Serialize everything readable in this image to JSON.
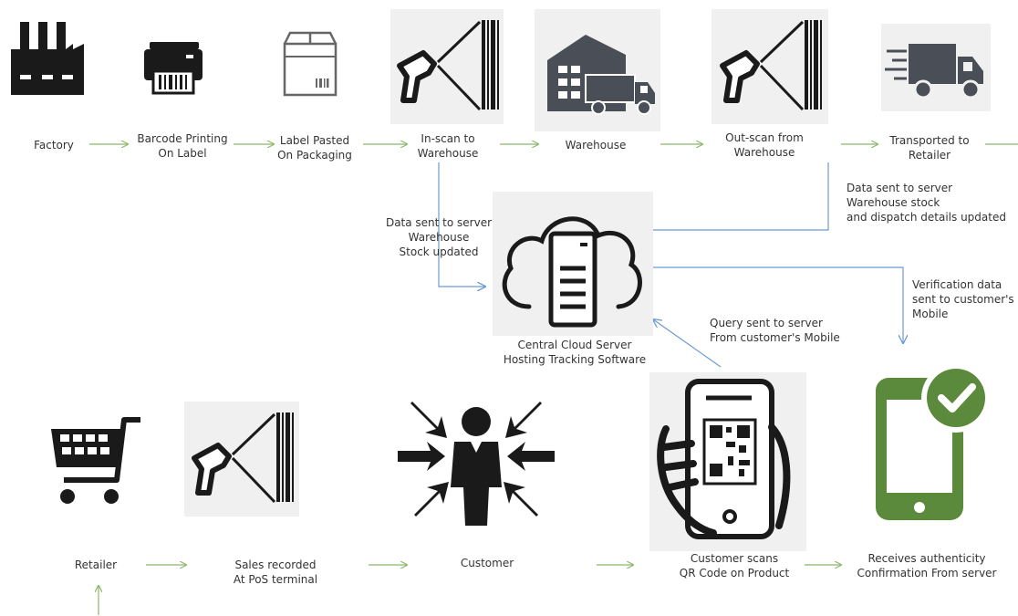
{
  "colors": {
    "flow_arrow": "#8cb86a",
    "data_line": "#6b9bd2",
    "icon_dark": "#1a1a1a",
    "icon_green": "#5c8a3c",
    "tile_bg": "#f0f0f0"
  },
  "top_row": [
    {
      "icon": "factory-icon",
      "lines": [
        "Factory"
      ]
    },
    {
      "icon": "printer-icon",
      "lines": [
        "Barcode Printing",
        "On Label"
      ]
    },
    {
      "icon": "package-box-icon",
      "lines": [
        "Label Pasted",
        "On Packaging"
      ]
    },
    {
      "icon": "barcode-scanner-icon",
      "lines": [
        "In-scan to",
        "Warehouse"
      ]
    },
    {
      "icon": "warehouse-truck-icon",
      "lines": [
        "Warehouse"
      ]
    },
    {
      "icon": "barcode-scanner-icon",
      "lines": [
        "Out-scan from",
        "Warehouse"
      ]
    },
    {
      "icon": "delivery-truck-icon",
      "lines": [
        "Transported to",
        "Retailer"
      ]
    }
  ],
  "center": {
    "icon": "cloud-server-icon",
    "lines": [
      "Central Cloud Server",
      "Hosting Tracking Software"
    ]
  },
  "bottom_row": [
    {
      "icon": "shopping-cart-icon",
      "lines": [
        "Retailer"
      ]
    },
    {
      "icon": "barcode-scanner-icon",
      "lines": [
        "Sales recorded",
        "At PoS terminal"
      ]
    },
    {
      "icon": "customer-person-icon",
      "lines": [
        "Customer"
      ]
    },
    {
      "icon": "qr-scan-phone-icon",
      "lines": [
        "Customer scans",
        "QR Code on Product"
      ]
    },
    {
      "icon": "verified-phone-icon",
      "lines": [
        "Receives authenticity",
        "Confirmation From server"
      ]
    }
  ],
  "notes": {
    "inscan": [
      "Data sent to server",
      "Warehouse",
      "Stock updated"
    ],
    "outscan": [
      "Data sent to server",
      "Warehouse stock",
      "and dispatch details updated"
    ],
    "verification": [
      "Verification data",
      "sent to customer's",
      "Mobile"
    ],
    "query": [
      "Query sent to server",
      "From customer's Mobile"
    ]
  }
}
